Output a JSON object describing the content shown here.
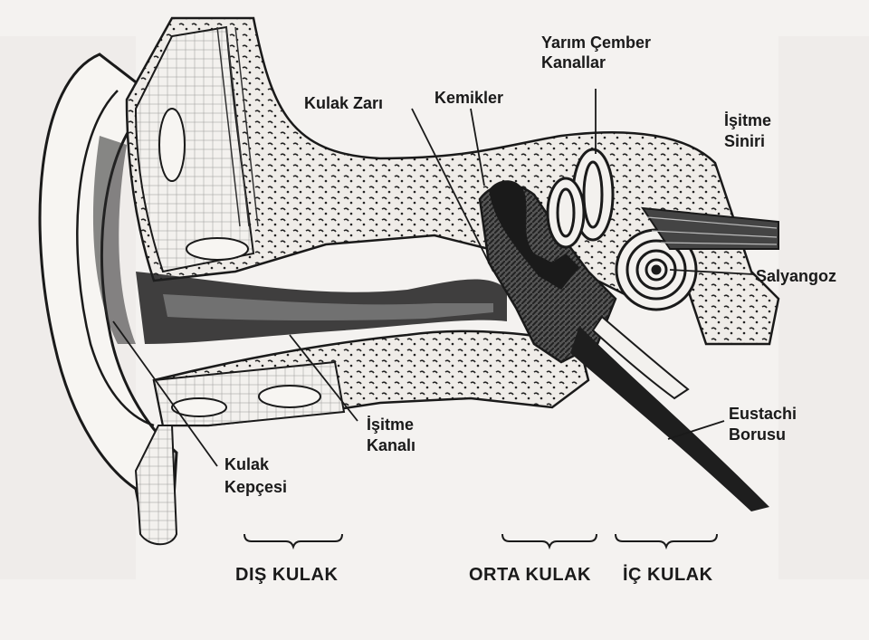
{
  "labels": {
    "yarim_cember_line1": "Yarım Çember",
    "yarim_cember_line2": "Kanallar",
    "isitme_siniri_line1": "İşitme",
    "isitme_siniri_line2": "Siniri",
    "kulak_zari": "Kulak Zarı",
    "kemikler": "Kemikler",
    "salyangoz": "Salyangoz",
    "eustachi_line1": "Eustachi",
    "eustachi_line2": "Borusu",
    "isitme_kanali_line1": "İşitme",
    "isitme_kanali_line2": "Kanalı",
    "kulak_kepcesi_line1": "Kulak",
    "kulak_kepcesi_line2": "Kepçesi"
  },
  "sections": {
    "dis_kulak": "DIŞ KULAK",
    "orta_kulak": "ORTA KULAK",
    "ic_kulak": "İÇ KULAK"
  },
  "colors": {
    "ink": "#1a1a1a",
    "paper": "#f4f2f0",
    "bone_fill": "#efece8"
  }
}
